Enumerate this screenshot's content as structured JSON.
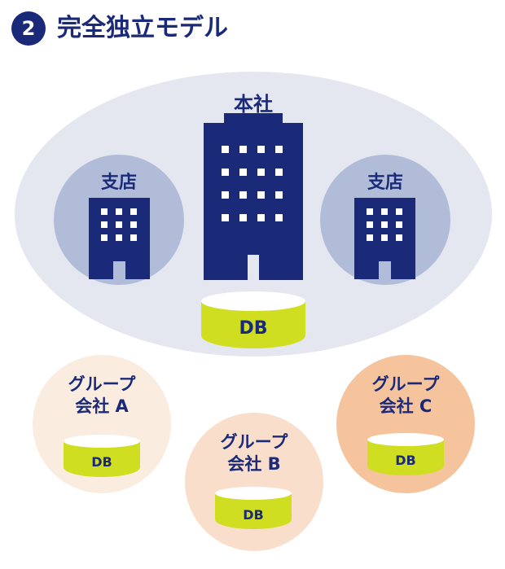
{
  "header": {
    "number": "2",
    "title": "完全独立モデル"
  },
  "headquarters": {
    "label": "本社",
    "db_label": "DB"
  },
  "branches": [
    {
      "label": "支店"
    },
    {
      "label": "支店"
    }
  ],
  "groups": [
    {
      "line1": "グループ",
      "line2": "会社 A",
      "db_label": "DB",
      "color": "#fbece0"
    },
    {
      "line1": "グループ",
      "line2": "会社 B",
      "db_label": "DB",
      "color": "#f9dfcb"
    },
    {
      "line1": "グループ",
      "line2": "会社 C",
      "db_label": "DB",
      "color": "#f5c39c"
    }
  ],
  "colors": {
    "navy": "#1b2a78",
    "ellipse": "#e4e7f0",
    "branch_circle": "#b1bcd8",
    "db_green": "#cfde21"
  }
}
